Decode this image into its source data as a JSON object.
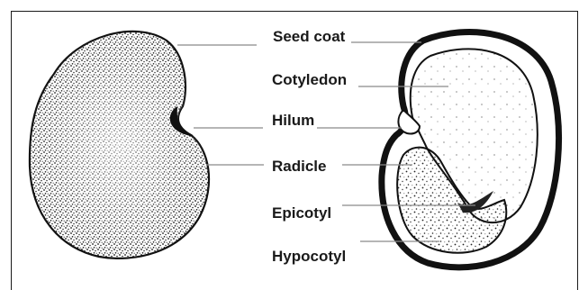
{
  "labels": {
    "seed_coat": "Seed coat",
    "cotyledon": "Cotyledon",
    "hilum": "Hilum",
    "radicle": "Radicle",
    "epicotyl": "Epicotyl",
    "hypocotyl": "Hypocotyl"
  },
  "colors": {
    "ink": "#1a1a1a",
    "leader": "#8a8a8a",
    "background": "#ffffff"
  }
}
